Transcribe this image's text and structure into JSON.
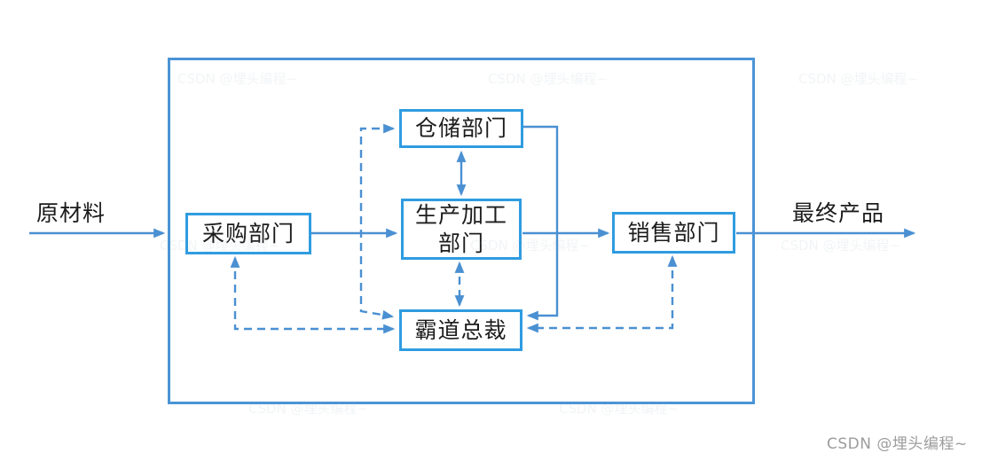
{
  "diagram": {
    "input_label": "原材料",
    "output_label": "最终产品",
    "boxes": {
      "purchasing": {
        "label": "采购部门"
      },
      "warehouse": {
        "label": "仓储部门"
      },
      "production": {
        "label": "生产加工\n部门"
      },
      "sales": {
        "label": "销售部门"
      },
      "ceo": {
        "label": "霸道总裁"
      }
    },
    "connections": [
      {
        "from": "原材料",
        "to": "采购部门",
        "style": "solid-arrow"
      },
      {
        "from": "采购部门",
        "to": "生产加工部门",
        "style": "solid-arrow"
      },
      {
        "from": "生产加工部门",
        "to": "销售部门",
        "style": "solid-arrow"
      },
      {
        "from": "销售部门",
        "to": "最终产品",
        "style": "solid-arrow"
      },
      {
        "from": "仓储部门",
        "to": "生产加工部门",
        "style": "solid-double-arrow"
      },
      {
        "from": "仓储部门",
        "to": "霸道总裁",
        "style": "solid-arrow"
      },
      {
        "from": "霸道总裁",
        "to": "仓储部门",
        "style": "dashed-double-arrow"
      },
      {
        "from": "霸道总裁",
        "to": "采购部门",
        "style": "dashed-double-arrow"
      },
      {
        "from": "霸道总裁",
        "to": "生产加工部门",
        "style": "dashed-double-arrow"
      },
      {
        "from": "霸道总裁",
        "to": "销售部门",
        "style": "dashed-double-arrow"
      }
    ],
    "colors": {
      "node_border": "#2f9ce0",
      "outer_border": "#4a94d6",
      "edge": "#4a90d2",
      "text": "#1c1c1c",
      "credit_text": "#9c9c9c"
    }
  },
  "watermark": {
    "text": "CSDN @埋头编程~"
  }
}
